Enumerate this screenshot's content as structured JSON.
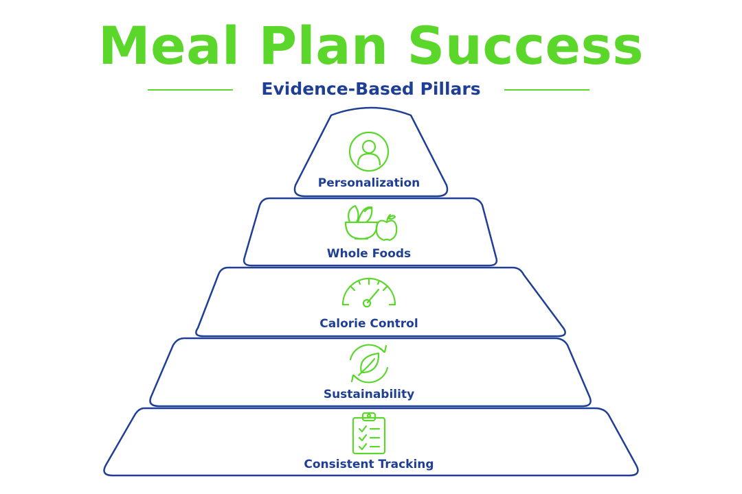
{
  "header": {
    "title": "Meal Plan Success",
    "subtitle": "Evidence-Based Pillars"
  },
  "colors": {
    "accent_green": "#5bd62b",
    "navy": "#1f3f94",
    "background": "#ffffff"
  },
  "tiers": [
    {
      "label": "Personalization",
      "icon": "user-icon"
    },
    {
      "label": "Whole Foods",
      "icon": "salad-bowl-apple-icon"
    },
    {
      "label": "Calorie Control",
      "icon": "gauge-icon"
    },
    {
      "label": "Sustainability",
      "icon": "recycle-leaf-icon"
    },
    {
      "label": "Consistent Tracking",
      "icon": "clipboard-checklist-icon"
    }
  ]
}
